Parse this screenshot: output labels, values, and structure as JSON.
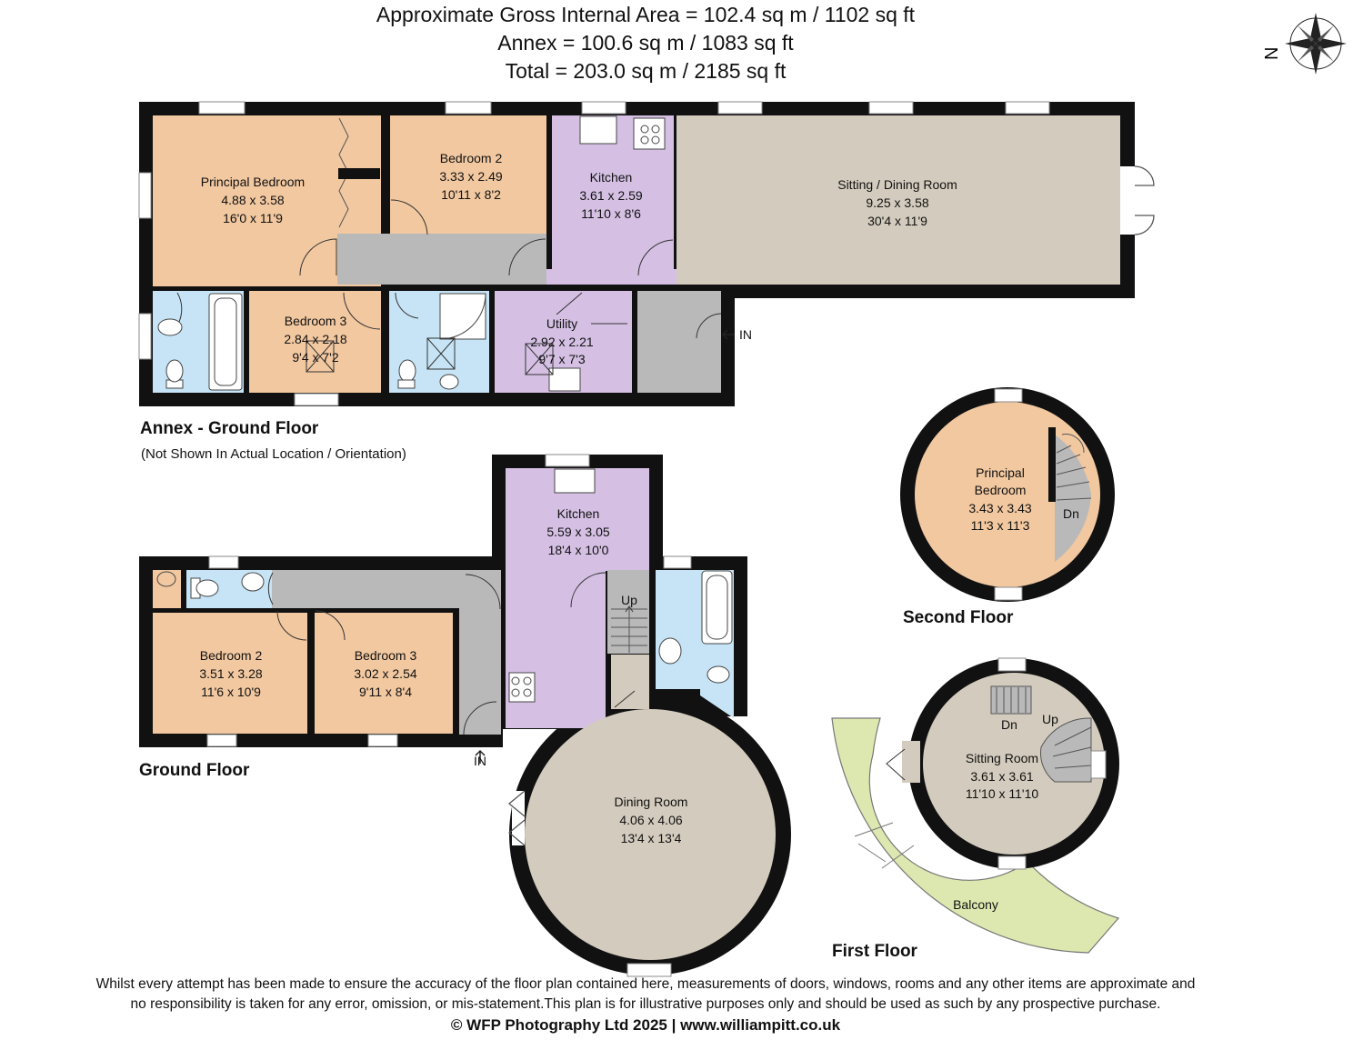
{
  "header": {
    "gross_area": "Approximate Gross Internal Area = 102.4 sq m / 1102 sq ft",
    "annex_area": "Annex = 100.6 sq m / 1083 sq ft",
    "total_area": "Total = 203.0 sq m / 2185 sq ft"
  },
  "compass": {
    "label": "N",
    "icon": "north-arrow-icon"
  },
  "floors": {
    "annex_title": "Annex - Ground Floor",
    "annex_note": "(Not Shown In Actual Location / Orientation)",
    "ground_title": "Ground Floor",
    "first_title": "First Floor",
    "second_title": "Second Floor"
  },
  "rooms": {
    "annex_principal": {
      "name": "Principal Bedroom",
      "metric": "4.88 x 3.58",
      "imperial": "16'0 x 11'9"
    },
    "annex_bed2": {
      "name": "Bedroom 2",
      "metric": "3.33 x 2.49",
      "imperial": "10'11 x 8'2"
    },
    "annex_kitchen": {
      "name": "Kitchen",
      "metric": "3.61 x 2.59",
      "imperial": "11'10 x 8'6"
    },
    "annex_sitting": {
      "name": "Sitting / Dining Room",
      "metric": "9.25 x 3.58",
      "imperial": "30'4 x 11'9"
    },
    "annex_bed3": {
      "name": "Bedroom 3",
      "metric": "2.84 x 2.18",
      "imperial": "9'4 x 7'2"
    },
    "annex_utility": {
      "name": "Utility",
      "metric": "2.92 x 2.21",
      "imperial": "9'7 x 7'3"
    },
    "ground_kitchen": {
      "name": "Kitchen",
      "metric": "5.59 x 3.05",
      "imperial": "18'4 x 10'0"
    },
    "ground_bed2": {
      "name": "Bedroom 2",
      "metric": "3.51 x 3.28",
      "imperial": "11'6 x 10'9"
    },
    "ground_bed3": {
      "name": "Bedroom 3",
      "metric": "3.02 x 2.54",
      "imperial": "9'11 x 8'4"
    },
    "ground_dining": {
      "name": "Dining Room",
      "metric": "4.06 x 4.06",
      "imperial": "13'4 x 13'4"
    },
    "first_sitting": {
      "name": "Sitting Room",
      "metric": "3.61 x 3.61",
      "imperial": "11'10 x 11'10"
    },
    "first_balcony": {
      "name": "Balcony"
    },
    "second_principal": {
      "name_line1": "Principal",
      "name_line2": "Bedroom",
      "metric": "3.43 x 3.43",
      "imperial": "11'3 x 11'3"
    }
  },
  "markers": {
    "annex_in": "IN",
    "ground_in": "IN",
    "ground_up": "Up",
    "first_dn": "Dn",
    "first_up": "Up",
    "second_dn": "Dn"
  },
  "colors": {
    "wall": "#111111",
    "bedroom": "#f2c8a0",
    "wet_room": "#c6e4f6",
    "kitchen": "#d5c0e4",
    "living": "#d3cbbd",
    "hall": "#b9b9b9",
    "balcony": "#dde8b0"
  },
  "footer": {
    "disclaimer_line1": "Whilst every attempt has been made to ensure the accuracy of the floor plan contained here, measurements of doors, windows, rooms and any other items are approximate and",
    "disclaimer_line2": "no responsibility is taken for any error, omission, or mis-statement.This plan is for illustrative purposes only and should be used as such by any prospective purchase.",
    "copyright": "© WFP Photography Ltd 2025 | www.williampitt.co.uk"
  }
}
